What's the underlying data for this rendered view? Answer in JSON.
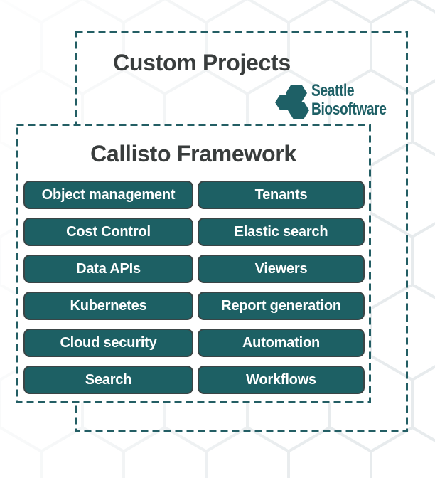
{
  "diagram": {
    "outer_box": {
      "title": "Custom Projects"
    },
    "inner_box": {
      "title": "Callisto Framework",
      "buttons": [
        "Object management",
        "Tenants",
        "Cost Control",
        "Elastic search",
        "Data APIs",
        "Viewers",
        "Kubernetes",
        "Report generation",
        "Cloud security",
        "Automation",
        "Search",
        "Workflows"
      ]
    },
    "logo": {
      "line1": "Seattle",
      "line2": "Biosoftware"
    },
    "colors": {
      "dash_border": "#235e64",
      "button_fill": "#1d6064",
      "button_border": "#3a4546",
      "button_text": "#ffffff",
      "title_text": "#393d3d",
      "logo_teal": "#1e6066",
      "hex_pattern_stroke": "#e7ebed"
    }
  }
}
